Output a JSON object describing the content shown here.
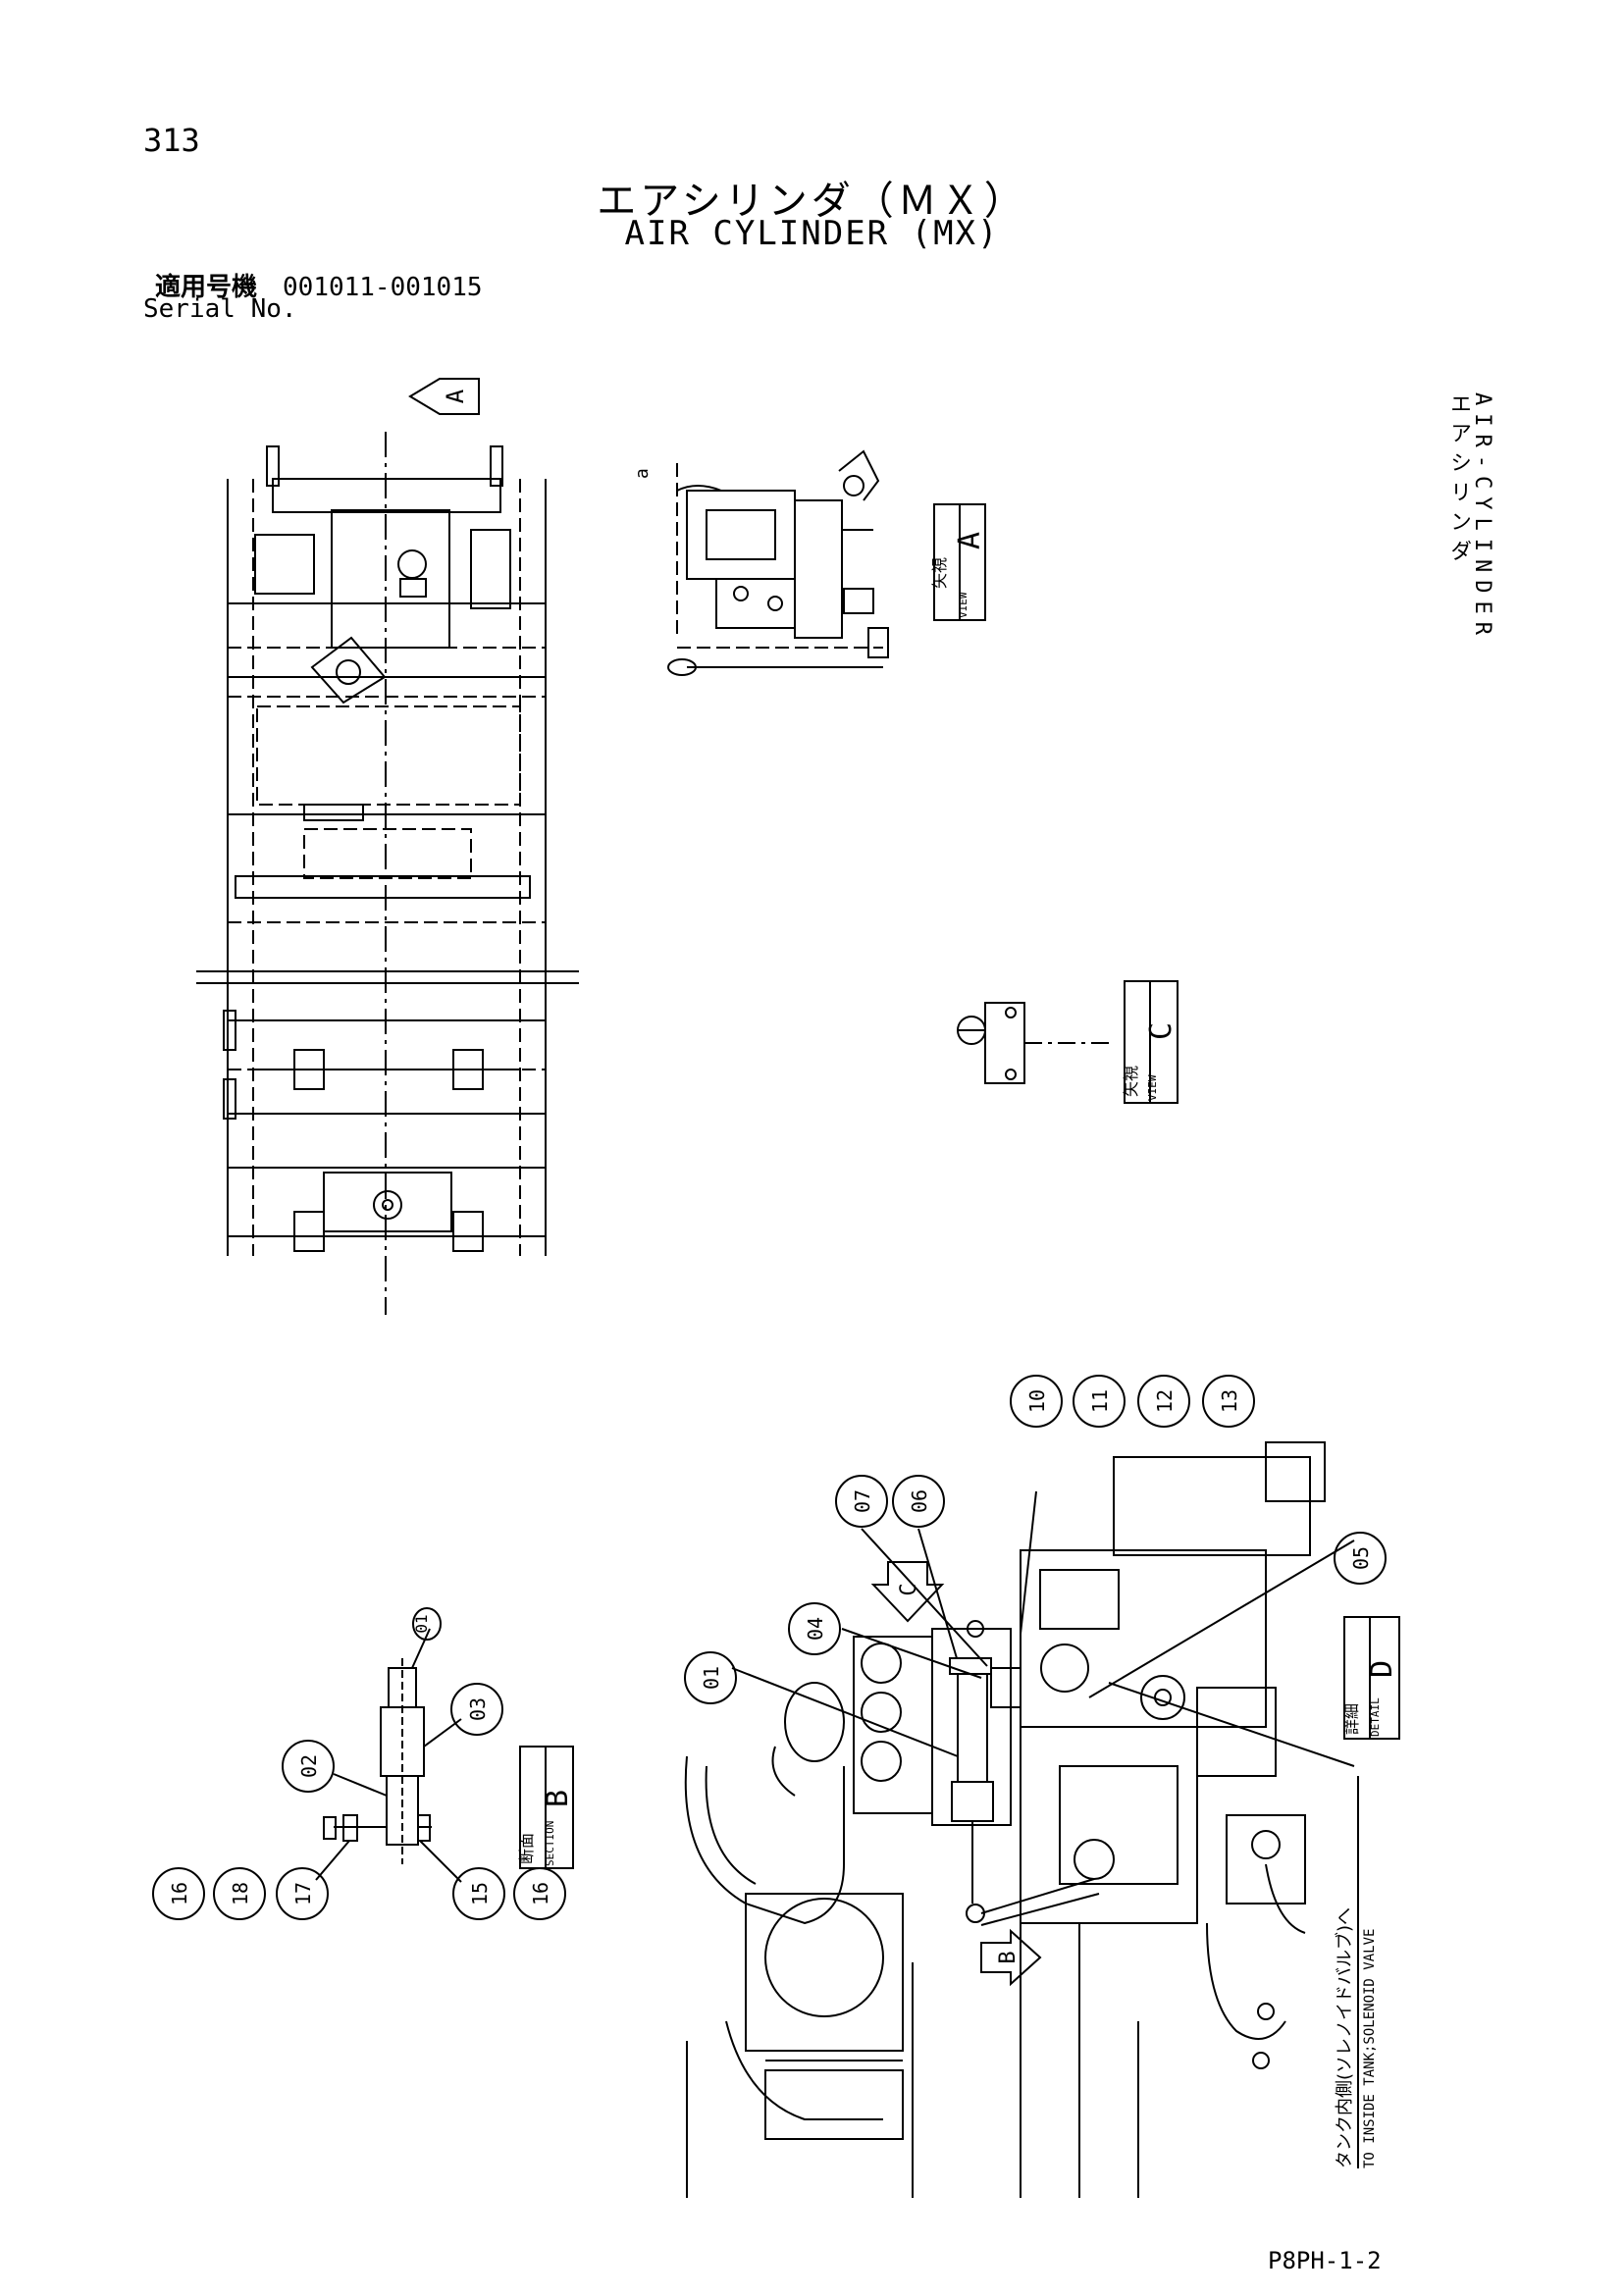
{
  "page_number": "313",
  "title_jp": "エアシリンダ（ＭＸ）",
  "title_en": "AIR CYLINDER (MX)",
  "serial": {
    "label_jp": "適用号機",
    "range": "001011-001015",
    "label_en": "Serial No."
  },
  "side_label": {
    "jp": "エアシリンダ",
    "en": "AIR-CYLINDER"
  },
  "view_boxes": {
    "a": {
      "jp": "矢視",
      "en": "VIEW",
      "letter": "A"
    },
    "c": {
      "jp": "矢視",
      "en": "VIEW",
      "letter": "C"
    },
    "b": {
      "jp": "断面",
      "en": "SECTION",
      "letter": "B"
    },
    "d": {
      "jp": "詳細",
      "en": "DETAIL",
      "letter": "D"
    }
  },
  "arrows": {
    "a": "A",
    "b": "B",
    "c": "C"
  },
  "small_mark": "a",
  "section_callouts": {
    "top": "01",
    "c03": "03",
    "c02": "02",
    "c16a": "16",
    "c18": "18",
    "c17": "17",
    "c15": "15",
    "c16b": "16"
  },
  "detail_callouts": {
    "c10": "10",
    "c11": "11",
    "c12": "12",
    "c13": "13",
    "c07": "07",
    "c06": "06",
    "c05": "05",
    "c04": "04",
    "c01": "01"
  },
  "note": {
    "jp": "タンク内側(ソレノイドバルブ)へ",
    "en": "TO INSIDE TANK;SOLENOID VALVE"
  },
  "footer_code": "P8PH-1-2"
}
